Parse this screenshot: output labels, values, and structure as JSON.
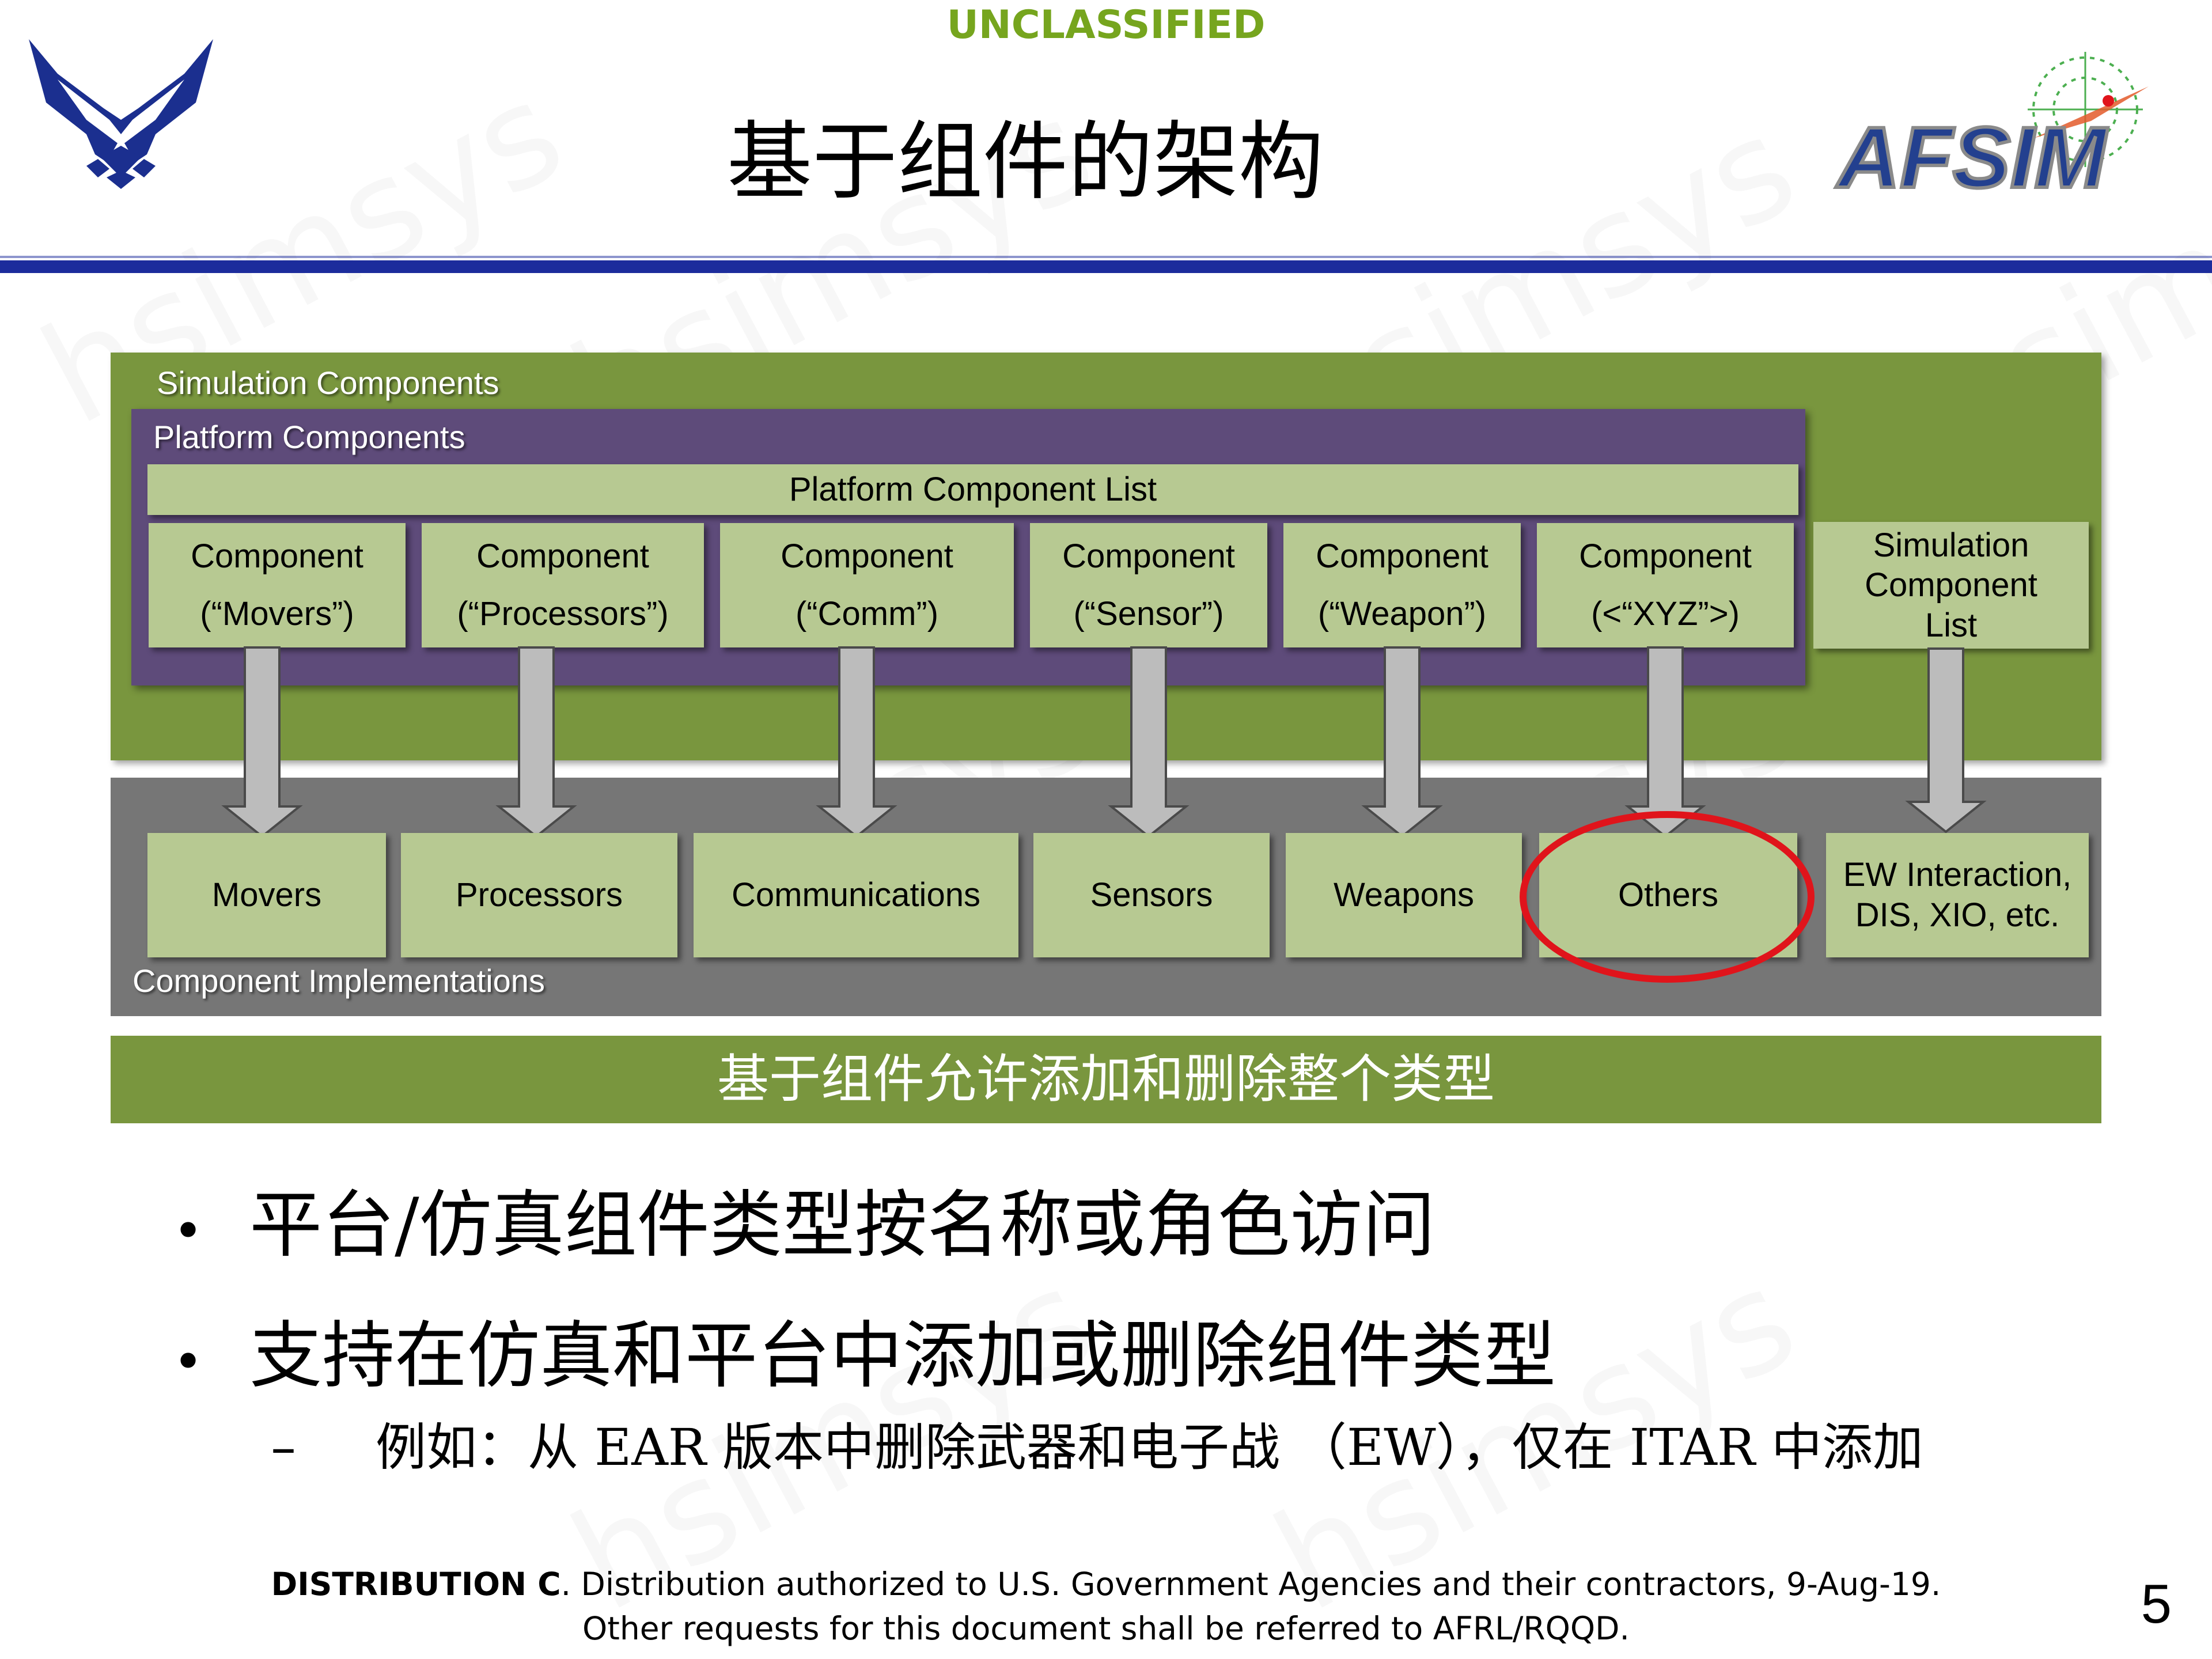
{
  "header": {
    "classification": "UNCLASSIFIED",
    "title": "基于组件的架构",
    "left_logo": "us-air-force-wings-logo",
    "right_logo": "afsim-logo",
    "right_logo_text": "AFSIM"
  },
  "diagram": {
    "simulation_components_label": "Simulation Components",
    "platform_components_label": "Platform Components",
    "platform_component_list_label": "Platform Component List",
    "components": [
      {
        "line1": "Component",
        "line2": "(“Movers”)"
      },
      {
        "line1": "Component",
        "line2": "(“Processors”)"
      },
      {
        "line1": "Component",
        "line2": "(“Comm”)"
      },
      {
        "line1": "Component",
        "line2": "(“Sensor”)"
      },
      {
        "line1": "Component",
        "line2": "(“Weapon”)"
      },
      {
        "line1": "Component",
        "line2": "(<“XYZ”>)"
      }
    ],
    "simulation_component_list": [
      "Simulation",
      "Component",
      "List"
    ],
    "implementations": [
      {
        "label": "Movers"
      },
      {
        "label": "Processors"
      },
      {
        "label": "Communications"
      },
      {
        "label": "Sensors"
      },
      {
        "label": "Weapons"
      },
      {
        "label": "Others"
      },
      {
        "line1": "EW Interaction,",
        "line2": "DIS,  XIO, etc."
      }
    ],
    "component_implementations_label": "Component Implementations",
    "highlighted_item": "Others",
    "colors": {
      "sim_green": "#79963e",
      "platform_purple": "#5e4b7a",
      "box_green": "#b7c992",
      "impl_gray": "#767676",
      "arrow_gray": "#bcbcbc",
      "highlight_red": "#e0141b",
      "rule_blue": "#1c2c9c",
      "classification_green": "#76a51e"
    }
  },
  "banner": {
    "text": "基于组件允许添加和删除整个类型"
  },
  "bullets": [
    {
      "text": "平台/仿真组件类型按名称或角色访问"
    },
    {
      "text": "支持在仿真和平台中添加或删除组件类型"
    }
  ],
  "sub_bullets": [
    {
      "dash": "–",
      "text": "例如：从 EAR 版本中删除武器和电子战 （EW），仅在 ITAR 中添加"
    }
  ],
  "footer": {
    "distribution_bold": "DISTRIBUTION C",
    "line1_rest": ". Distribution authorized to U.S. Government Agencies and their contractors, 9-Aug-19.",
    "line2": "Other requests for this document shall be referred to AFRL/RQQD."
  },
  "page_number": "5",
  "watermark": "hsimsys"
}
